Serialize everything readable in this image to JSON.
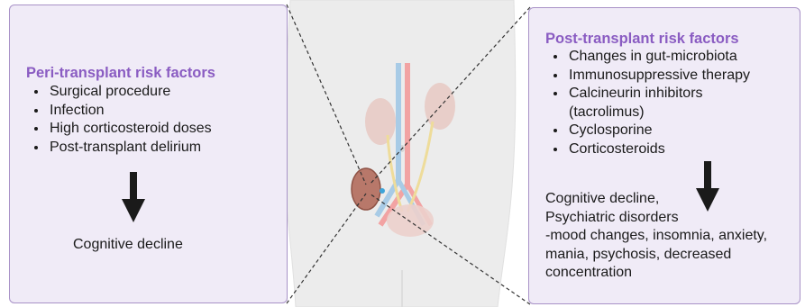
{
  "peri": {
    "title": "Peri-transplant risk factors",
    "items": [
      "Surgical procedure",
      "Infection",
      "High corticosteroid doses",
      "Post-transplant delirium"
    ],
    "outcome": "Cognitive decline"
  },
  "post": {
    "title": "Post-transplant risk factors",
    "items": [
      "Changes in gut-microbiota",
      "Immunosuppressive therapy",
      "Calcineurin inhibitors (tacrolimus)",
      "Cyclosporine",
      "Corticosteroids"
    ],
    "outcome_lines": [
      "Cognitive decline,",
      "Psychiatric disorders",
      "-mood changes, insomnia, anxiety,",
      "mania, psychosis, decreased",
      "concentration"
    ]
  },
  "colors": {
    "panel_fill": "#f0ebf7",
    "panel_border": "#a892c7",
    "heading": "#8a5cc2",
    "arrow": "#1a1a1a",
    "transplanted_kidney": "#b8786a",
    "native_kidney": "#e8c9c3"
  }
}
